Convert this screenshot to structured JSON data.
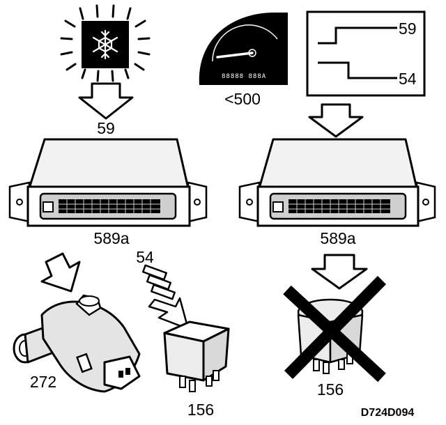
{
  "labels": {
    "top_left_arrow": "59",
    "gauge_threshold": "<500",
    "graph_upper": "59",
    "graph_lower": "54",
    "ecu_left": "589a",
    "ecu_right": "589a",
    "signal_54": "54",
    "valve": "272",
    "relay_left": "156",
    "relay_right": "156",
    "drawing_id": "D724D094"
  },
  "gauge": {
    "odometer": "88888 888A"
  },
  "colors": {
    "ink": "#000000",
    "paper": "#ffffff",
    "ecu_body": "#f2f2f2",
    "connector": "#cfcfcf",
    "valve_body": "#e4e4e4",
    "relay_body": "#ececec",
    "cross_out": "#000000"
  },
  "icons": {
    "ac": "snowflake-icon",
    "gauge": "tachometer-icon",
    "graph": "step-signal-icon",
    "ecu": "control-unit-icon",
    "valve": "idle-valve-icon",
    "relay": "relay-icon",
    "prohibited": "cross-out-icon"
  }
}
